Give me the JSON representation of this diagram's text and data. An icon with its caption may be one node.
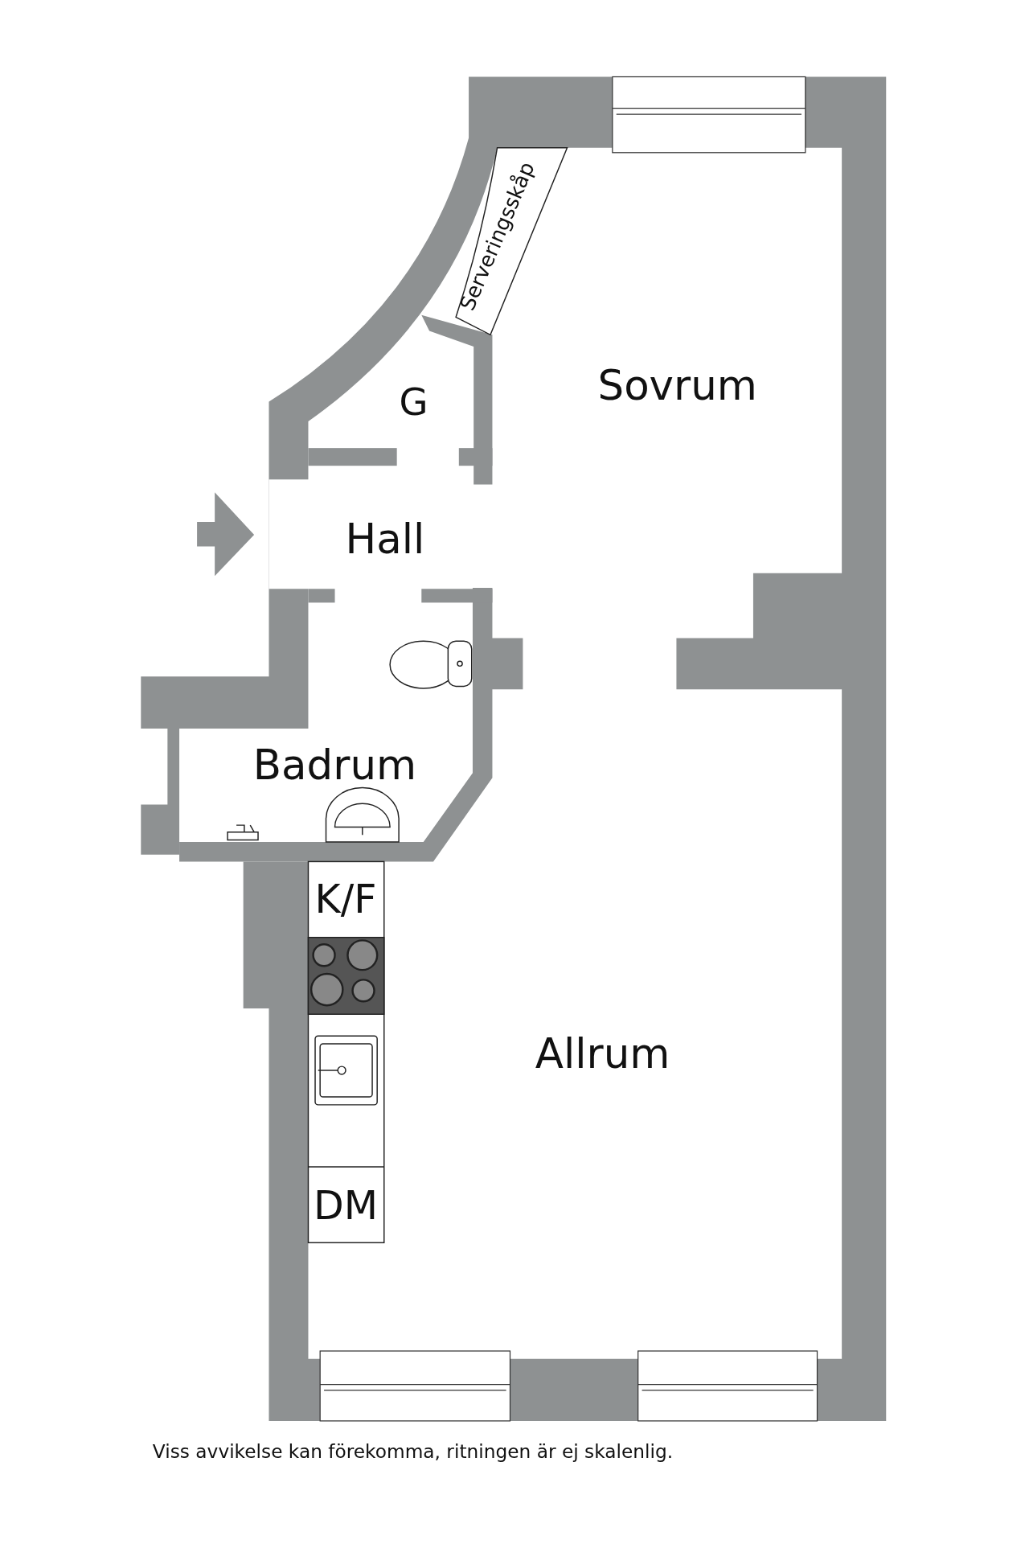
{
  "diagram": {
    "caption": "Viss avvikelse kan förekomma, ritningen är ej skalenlig.",
    "labels": [
      "Serveringsskåp",
      "Sovrum",
      "G",
      "Hall",
      "Badrum",
      "K/F",
      "Allrum",
      "DM"
    ]
  }
}
